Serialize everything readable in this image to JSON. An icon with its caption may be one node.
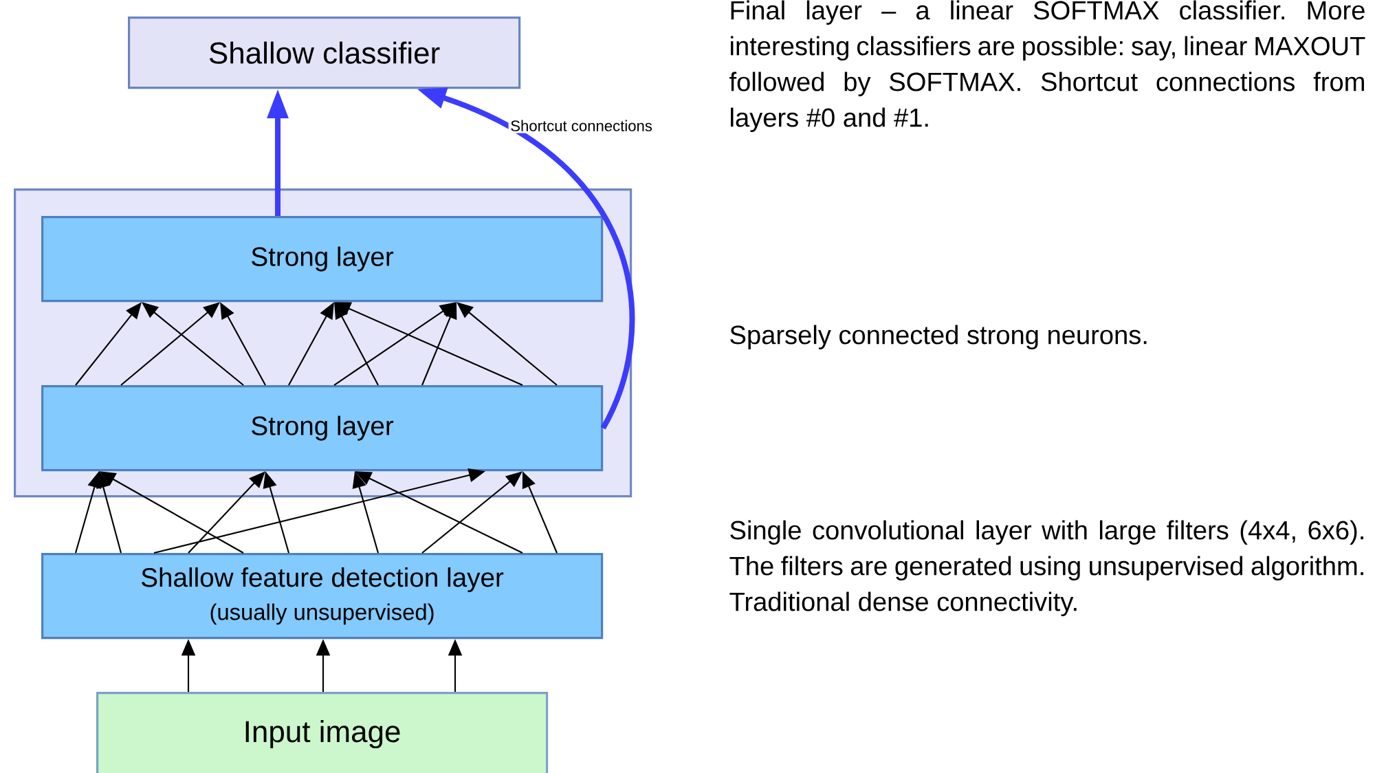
{
  "diagram": {
    "nodes": [
      {
        "text": [
          "Shallow classifier"
        ]
      },
      {
        "text": [],
        "shape": "box"
      },
      {
        "text": [
          "Strong layer"
        ],
        "in": 1
      },
      {
        "text": [
          "Strong layer"
        ],
        "in": 1
      },
      {
        "text": [
          "Shallow feature detection layer",
          "(usually unsupervised)"
        ]
      },
      {
        "text": [
          "Input image"
        ]
      }
    ],
    "edges": [
      {
        "from": 5,
        "to": 4,
        "arrow": "to"
      },
      {
        "from": 5,
        "to": 4,
        "arrow": "to"
      },
      {
        "from": 5,
        "to": 4,
        "arrow": "to"
      },
      {
        "from": 4,
        "to": 3,
        "arrow": "to"
      },
      {
        "from": 4,
        "to": 3,
        "arrow": "to"
      },
      {
        "from": 4,
        "to": 3,
        "arrow": "to"
      },
      {
        "from": 4,
        "to": 3,
        "arrow": "to"
      },
      {
        "from": 4,
        "to": 3,
        "arrow": "to"
      },
      {
        "from": 4,
        "to": 3,
        "arrow": "to"
      },
      {
        "from": 4,
        "to": 3,
        "arrow": "to"
      },
      {
        "from": 4,
        "to": 3,
        "arrow": "to"
      },
      {
        "from": 4,
        "to": 3,
        "arrow": "to"
      },
      {
        "from": 4,
        "to": 3,
        "arrow": "to"
      },
      {
        "from": 3,
        "to": 2,
        "arrow": "to"
      },
      {
        "from": 3,
        "to": 2,
        "arrow": "to"
      },
      {
        "from": 3,
        "to": 2,
        "arrow": "to"
      },
      {
        "from": 3,
        "to": 2,
        "arrow": "to"
      },
      {
        "from": 3,
        "to": 2,
        "arrow": "to"
      },
      {
        "from": 3,
        "to": 2,
        "arrow": "to"
      },
      {
        "from": 3,
        "to": 2,
        "arrow": "to"
      },
      {
        "from": 3,
        "to": 2,
        "arrow": "to"
      },
      {
        "from": 3,
        "to": 2,
        "arrow": "to"
      },
      {
        "from": 3,
        "to": 2,
        "arrow": "to"
      },
      {
        "from": 2,
        "to": 0,
        "arrow": "to",
        "style": "thick",
        "color": "#3c3cff"
      },
      {
        "from": 3,
        "to": 0,
        "arrow": "to",
        "style": "thick",
        "color": "#3c3cff",
        "label": "Shortcut connections"
      }
    ],
    "labels": [
      "Final layer – a linear SOFTMAX classifier. More interesting classifiers are possible: say, linear MAXOUT followed by SOFTMAX. Shortcut connections from layers #0 and #1.",
      "Sparsely connected strong neurons.",
      "Single convolutional layer with large filters (4x4, 6x6). The filters are generated using unsupervised algorithm. Traditional dense connectivity."
    ]
  }
}
